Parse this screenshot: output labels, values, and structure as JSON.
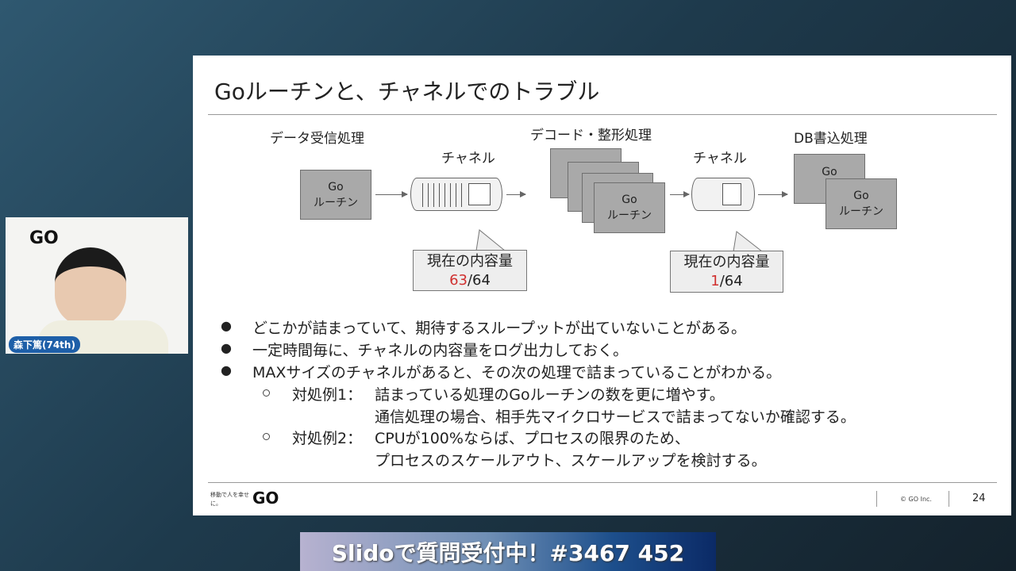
{
  "slide": {
    "title": "Goルーチンと、チャネルでのトラブル",
    "diagram": {
      "stage1": "データ受信処理",
      "stage2": "デコード・整形処理",
      "stage3": "DB書込処理",
      "channel1_label": "チャネル",
      "channel2_label": "チャネル",
      "goroutine_line1": "Go",
      "goroutine_line2": "ルーチン",
      "callout1": {
        "label": "現在の内容量",
        "current": "63",
        "capacity": "/64"
      },
      "callout2": {
        "label": "現在の内容量",
        "current": "1",
        "capacity": "/64"
      },
      "highlight_color": "#d0302f"
    },
    "bullets": [
      "どこかが詰まっていて、期待するスループットが出ていないことがある。",
      "一定時間毎に、チャネルの内容量をログ出力しておく。",
      "MAXサイズのチャネルがあると、その次の処理で詰まっていることがわかる。"
    ],
    "sub_bullets": [
      {
        "label": "対処例1：",
        "lines": [
          "詰まっている処理のGoルーチンの数を更に増やす。",
          "通信処理の場合、相手先マイクロサービスで詰まってないか確認する。"
        ]
      },
      {
        "label": "対処例2：",
        "lines": [
          "CPUが100%ならば、プロセスの限界のため、",
          "プロセスのスケールアウト、スケールアップを検討する。"
        ]
      }
    ],
    "footer": {
      "tagline": "移動で人を幸せに。",
      "logo": "GO",
      "copyright": "© GO Inc.",
      "page": "24"
    }
  },
  "participant": {
    "name": "森下篤(74th)",
    "logo": "GO"
  },
  "banner": {
    "text": "Slidoで質問受付中！#3467 452"
  }
}
